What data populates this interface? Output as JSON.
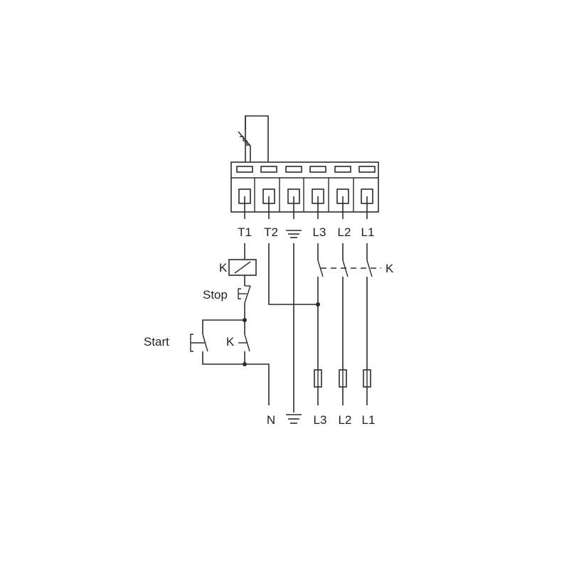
{
  "terminals": {
    "t1": "T1",
    "t2": "T2",
    "l3": "L3",
    "l2": "L2",
    "l1": "L1"
  },
  "supply": {
    "n": "N",
    "l3": "L3",
    "l2": "L2",
    "l1": "L1"
  },
  "contactor": {
    "coil_label": "K",
    "main_contacts_label": "K",
    "hold_contact_label": "K"
  },
  "controls": {
    "stop_label": "Stop",
    "start_label": "Start"
  },
  "symbols": {
    "ground": "ground-icon",
    "thermal_switch": "thermal-switch-icon",
    "fuse": "fuse-icon",
    "coil": "coil-icon"
  }
}
